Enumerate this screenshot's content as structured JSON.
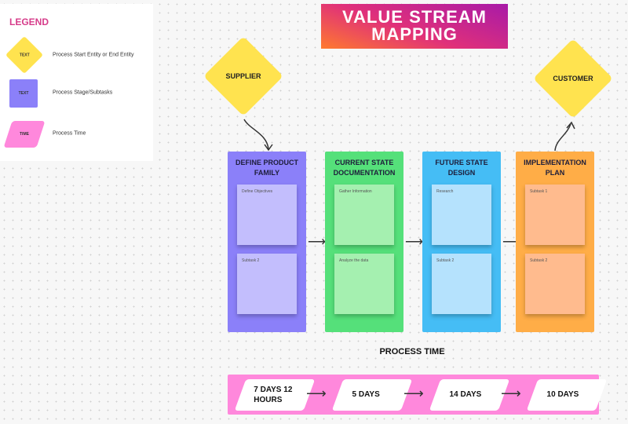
{
  "legend": {
    "title": "LEGEND",
    "items": [
      {
        "shape_text": "TEXT",
        "label": "Process Start Entity or End Entity",
        "color": "#ffe34f"
      },
      {
        "shape_text": "TEXT",
        "label": "Process Stage/Subtasks",
        "color": "#8b80f9"
      },
      {
        "shape_text": "TIME",
        "label": "Process Time",
        "color": "#ff88dc"
      }
    ]
  },
  "title": {
    "line1": "VALUE STREAM",
    "line2": "MAPPING"
  },
  "supplier": "SUPPLIER",
  "customer": "CUSTOMER",
  "stages": [
    {
      "title": "DEFINE PRODUCT FAMILY",
      "color": "#8b80f9",
      "note_color": "#c3befd",
      "notes": [
        "Define Objectives",
        "Subtask 2"
      ]
    },
    {
      "title": "CURRENT STATE DOCUMENTATION",
      "color": "#55e07a",
      "note_color": "#a5f0b0",
      "notes": [
        "Gather Information",
        "Analyze the data"
      ]
    },
    {
      "title": "FUTURE STATE DESIGN",
      "color": "#45bdf5",
      "note_color": "#b5e2fd",
      "notes": [
        "Research",
        "Subtask 2"
      ]
    },
    {
      "title": "IMPLEMENTATION PLAN",
      "color": "#ffad47",
      "note_color": "#ffbb8e",
      "notes": [
        "Subtask 1",
        "Subtask 2"
      ]
    }
  ],
  "process_time": {
    "label": "PROCESS TIME",
    "times": [
      "7 DAYS 12 HOURS",
      "5 DAYS",
      "14 DAYS",
      "10 DAYS"
    ]
  }
}
